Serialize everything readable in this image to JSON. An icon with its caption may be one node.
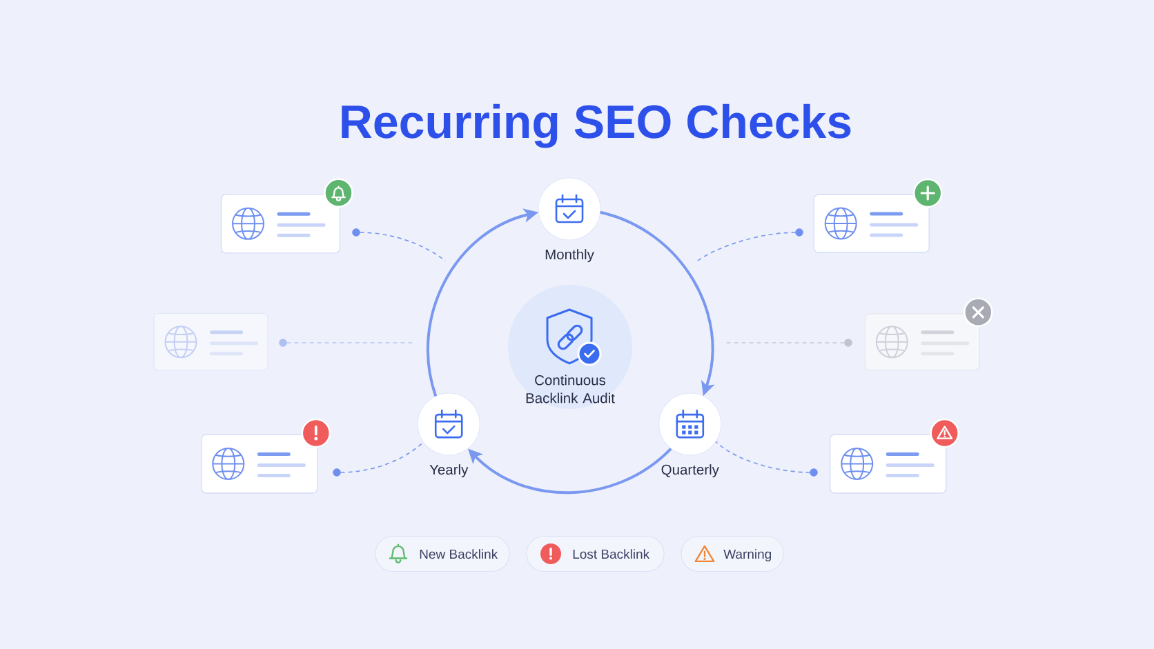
{
  "diagram": {
    "title": "Recurring SEO Checks",
    "nodes": [
      {
        "text": [],
        "shape": "box"
      },
      {
        "text": [
          "Monthly"
        ]
      },
      {
        "text": [],
        "shape": "box"
      },
      {
        "text": [],
        "shape": "box"
      },
      {
        "text": [
          "Continuous Backlink Audit"
        ]
      },
      {
        "text": [],
        "shape": "box"
      },
      {
        "text": [],
        "shape": "box"
      },
      {
        "text": [
          "Yearly"
        ]
      },
      {
        "text": [
          "Quarterly"
        ]
      },
      {
        "text": [],
        "shape": "box"
      },
      {
        "text": [],
        "shape": "circle"
      },
      {
        "text": [],
        "shape": "circle"
      },
      {
        "text": [],
        "shape": "circle"
      },
      {
        "text": [],
        "shape": "circle"
      },
      {
        "text": [],
        "shape": "circle"
      },
      {
        "text": [],
        "shape": "circle"
      }
    ],
    "edges": [
      {
        "from": 7,
        "to": 1,
        "arrow": "to"
      },
      {
        "from": 1,
        "to": 8,
        "arrow": "to"
      },
      {
        "from": 8,
        "to": 7,
        "arrow": "to"
      },
      {
        "from": 10,
        "to": null,
        "arrow": "none",
        "style": "dashed"
      },
      {
        "from": 11,
        "to": null,
        "arrow": "none",
        "style": "dashed"
      },
      {
        "from": 12,
        "to": null,
        "arrow": "none",
        "style": "dashed",
        "color": "#b7c6f3"
      },
      {
        "from": 13,
        "to": null,
        "arrow": "none",
        "style": "dashed",
        "color": "#c6c9d3"
      },
      {
        "from": 14,
        "to": 7,
        "arrow": "none",
        "style": "dashed"
      },
      {
        "from": 15,
        "to": 8,
        "arrow": "none",
        "style": "dashed"
      }
    ],
    "legend": [
      {
        "text": "New Backlink"
      },
      {
        "text": "Lost Backlink"
      },
      {
        "text": "Warning"
      }
    ]
  }
}
